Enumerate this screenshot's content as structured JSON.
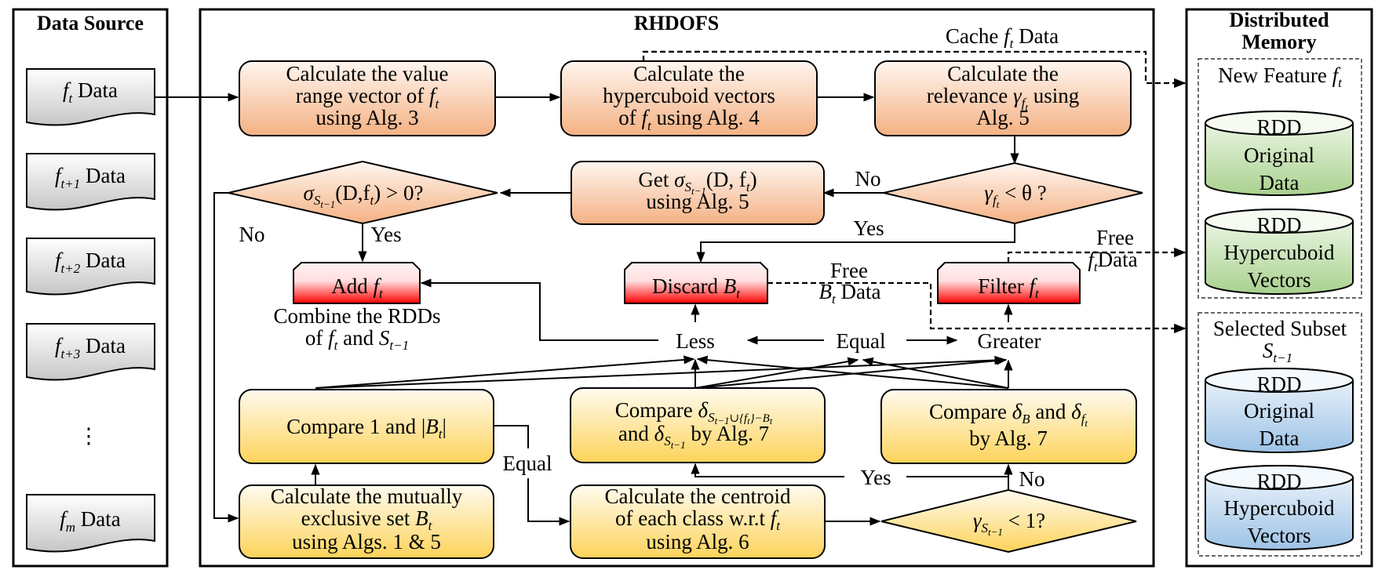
{
  "panels": {
    "data_source": {
      "title": "Data Source"
    },
    "rhdofs": {
      "title": "RHDOFS"
    },
    "distributed_memory": {
      "title_line1": "Distributed",
      "title_line2": "Memory"
    }
  },
  "data_source": {
    "items": [
      {
        "symbol": "f",
        "subscript": "t",
        "label": "Data"
      },
      {
        "symbol": "f",
        "subscript": "t+1",
        "label": "Data"
      },
      {
        "symbol": "f",
        "subscript": "t+2",
        "label": "Data"
      },
      {
        "symbol": "f",
        "subscript": "t+3",
        "label": "Data"
      },
      {
        "symbol": "f",
        "subscript": "m",
        "label": "Data"
      }
    ],
    "ellipsis": "⋮"
  },
  "process": {
    "value_range": {
      "line1": "Calculate the value",
      "line2": "range vector of ",
      "line2_math": "f",
      "line2_sub": "t",
      "line3": "using Alg. 3"
    },
    "hypercuboid": {
      "line1": "Calculate the",
      "line2": "hypercuboid vectors",
      "line3_pre": "of ",
      "line3_math": "f",
      "line3_sub": "t",
      "line3_post": " using Alg. 4"
    },
    "relevance": {
      "line1": "Calculate the",
      "line2_pre": "relevance ",
      "line2_math": "γ",
      "line2_sub": "f",
      "line2_subsub": "t",
      "line2_post": " using",
      "line3": "Alg. 5"
    },
    "get_sigma": {
      "line1_pre": "Get ",
      "line1_math": "σ",
      "line1_sub": "S",
      "line1_subsub": "t−1",
      "line1_post": "(D, f",
      "line1_post_sub": "t",
      "line1_end": ")",
      "line2": "using Alg. 5"
    },
    "compare_one": {
      "line1_pre": "Compare 1 and |",
      "line1_math": "B",
      "line1_sub": "t",
      "line1_post": "|"
    },
    "compare_delta_s": {
      "line1_pre": "Compare ",
      "line1_math": "δ",
      "line1_sub": "S",
      "line1_subsub": "t−1",
      "line1_sub_rest": "∪{f",
      "line1_sub_rest2": "t",
      "line1_sub_rest3": "}−B",
      "line1_sub_rest4": "t",
      "line2_pre": "and ",
      "line2_math": "δ",
      "line2_sub": "S",
      "line2_subsub": "t−1",
      "line2_post": " by  Alg. 7"
    },
    "compare_delta_b": {
      "line1_pre": "Compare ",
      "line1_math": "δ",
      "line1_sub": "B",
      "line1_mid": " and ",
      "line1_math2": "δ",
      "line1_sub2": "f",
      "line1_subsub2": "t",
      "line2": "by  Alg. 7"
    },
    "mutually_exclusive": {
      "line1": "Calculate the mutually",
      "line2_pre": "exclusive set ",
      "line2_math": "B",
      "line2_sub": "t",
      "line3": "using Algs. 1 & 5"
    },
    "centroid": {
      "line1": "Calculate the centroid",
      "line2_pre": "of each class w.r.t ",
      "line2_math": "f",
      "line2_sub": "t",
      "line3": "using Alg. 6"
    }
  },
  "decisions": {
    "sigma_check": {
      "math": "σ",
      "sub": "S",
      "subsub": "t−1",
      "post": "(D,f",
      "post_sub": "t",
      "end": ") > 0?"
    },
    "gamma_theta": {
      "math": "γ",
      "sub": "f",
      "subsub": "t",
      "post": " < θ ?"
    },
    "gamma_s": {
      "math": "γ",
      "sub": "S",
      "subsub": "t−1",
      "post": " < 1?"
    }
  },
  "actions": {
    "add": {
      "pre": "Add ",
      "math": "f",
      "sub": "t"
    },
    "discard": {
      "pre": "Discard ",
      "math": "B",
      "sub": "t"
    },
    "filter": {
      "pre": "Filter ",
      "math": "f",
      "sub": "t"
    }
  },
  "labels": {
    "combine_line1": "Combine the RDDs",
    "combine_line2_pre": "of ",
    "combine_f": "f",
    "combine_f_sub": "t",
    "combine_mid": " and ",
    "combine_s": "S",
    "combine_s_sub": "t−1",
    "no": "No",
    "yes": "Yes",
    "less": "Less",
    "equal": "Equal",
    "greater": "Greater",
    "cache_pre": "Cache ",
    "cache_math": "f",
    "cache_sub": "t",
    "cache_post": " Data",
    "free": "Free",
    "free_b_math": "B",
    "free_b_sub": "t",
    "free_b_post": " Data",
    "free_f_math": "f",
    "free_f_sub": "t",
    "free_f_post": "Data"
  },
  "memory": {
    "new_feature": {
      "label_pre": "New Feature ",
      "label_math": "f",
      "label_sub": "t"
    },
    "selected_subset": {
      "label_line1": "Selected Subset",
      "label_math": "S",
      "label_sub": "t−1"
    },
    "rdd_title": "RDD",
    "original_line1": "Original",
    "original_line2": "Data",
    "hyper_line1": "Hypercuboid",
    "hyper_line2": "Vectors"
  },
  "colors": {
    "orange_top": "#fff6f0",
    "orange_bottom": "#f4b183",
    "yellow_top": "#fffbef",
    "yellow_bottom": "#fdd35a",
    "red_top": "#fff2f2",
    "red_bottom": "#ff0000",
    "green_top": "#f4fbf0",
    "green_bottom": "#a9d18e",
    "blue_top": "#f3f8fd",
    "blue_bottom": "#9dc3e6",
    "gray_top": "#ffffff",
    "gray_bottom": "#c9c9c9"
  }
}
